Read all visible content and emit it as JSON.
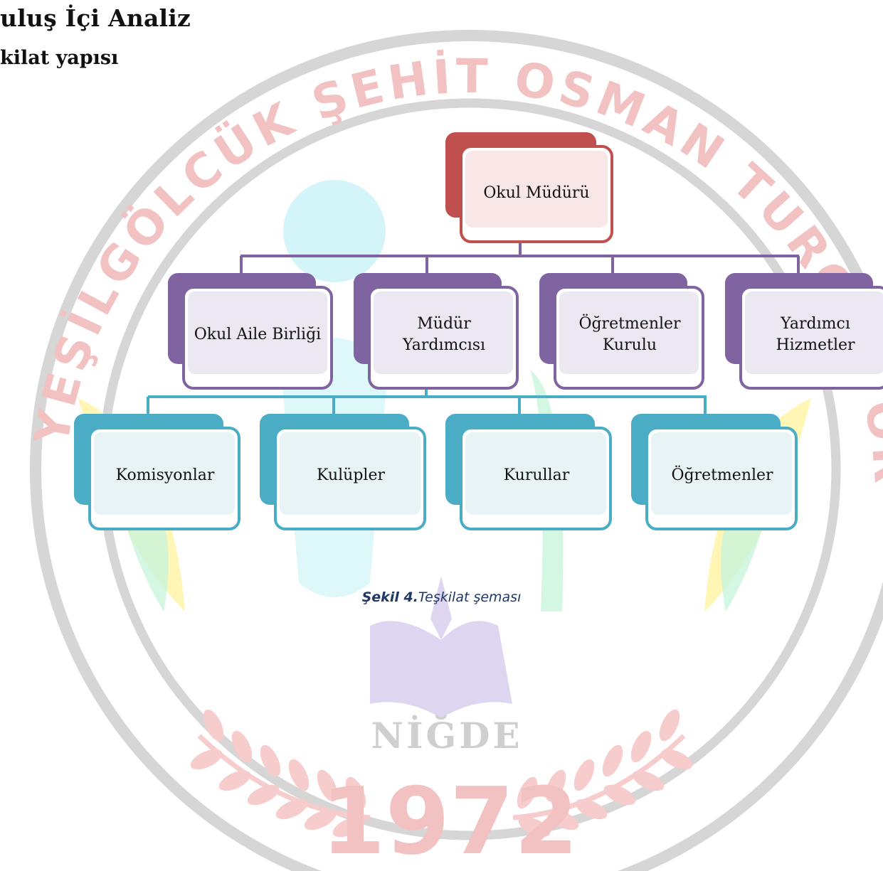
{
  "headings": {
    "section": "uluş İçi Analiz",
    "subsection": "kilat yapısı"
  },
  "watermark": {
    "arc_text": "YEŞİLGÖLCÜK ŞEHİT OSMAN TURGUT ORTAOKULU",
    "city": "NİĞDE",
    "year": "1972",
    "colors": {
      "ring": "#d6d6d6",
      "text_red": "#f2c2c2",
      "laurel": "#f7cccc",
      "leaf_yellow": "#fff3a8",
      "leaf_green": "#c9f5dc",
      "leaf_cyan": "#c8f3f7",
      "book": "#dad2ee"
    }
  },
  "org_chart": {
    "colors": {
      "root": "#c0504d",
      "level2": "#8064a2",
      "level3": "#4bacc6",
      "root_fill": "#f9e6e6",
      "level2_fill": "#ece8f2",
      "level3_fill": "#e8f3f6"
    },
    "root": {
      "label": "Okul Müdürü"
    },
    "level2": [
      {
        "label": "Okul Aile Birliği"
      },
      {
        "label": "Müdür\nYardımcısı"
      },
      {
        "label": "Öğretmenler\nKurulu"
      },
      {
        "label": "Yardımcı\nHizmetler"
      }
    ],
    "level3": [
      {
        "label": "Komisyonlar"
      },
      {
        "label": "Kulüpler"
      },
      {
        "label": "Kurullar"
      },
      {
        "label": "Öğretmenler"
      }
    ]
  },
  "caption": {
    "prefix": "Şekil 4.",
    "text": "Teşkilat şeması"
  }
}
